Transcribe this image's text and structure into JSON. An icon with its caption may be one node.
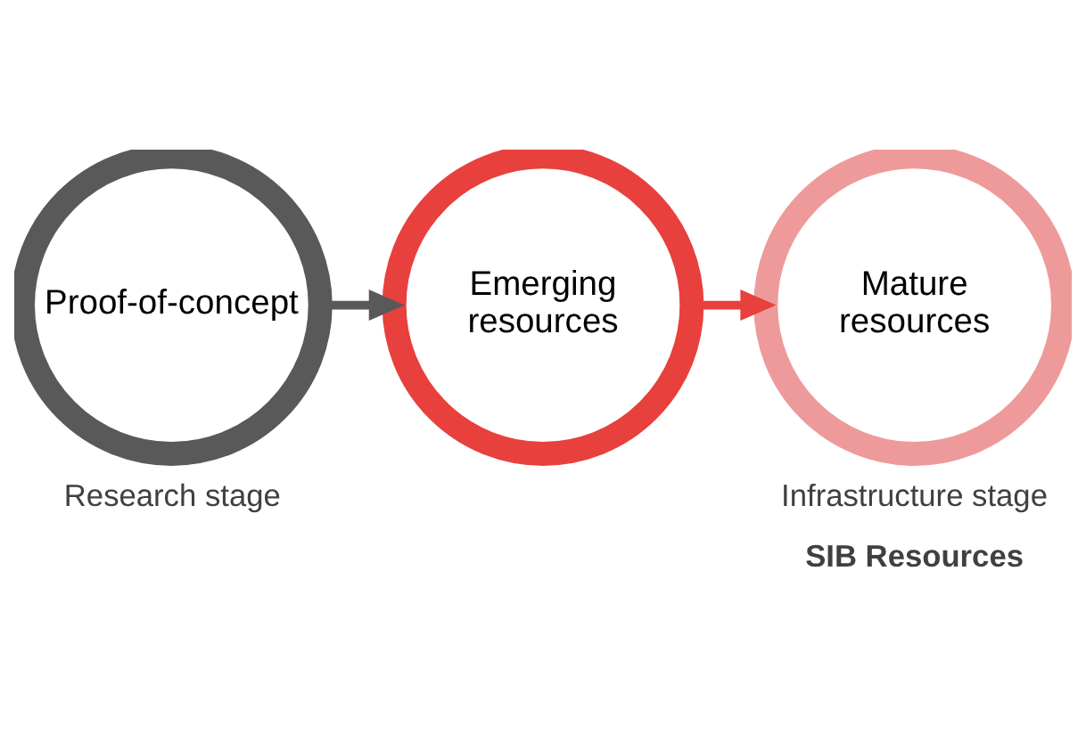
{
  "diagram": {
    "nodes": [
      {
        "text": [
          "Proof-of-concept"
        ]
      },
      {
        "text": [
          "Emerging resources"
        ]
      },
      {
        "text": [
          "Mature resources"
        ]
      }
    ],
    "edges": [
      {
        "from": 0,
        "to": 1,
        "arrow": "to",
        "color": "#595959"
      },
      {
        "from": 1,
        "to": 2,
        "arrow": "to",
        "color": "#e8403d"
      }
    ],
    "labels": [
      "Research stage",
      "Infrastructure stage",
      "SIB Resources"
    ]
  }
}
